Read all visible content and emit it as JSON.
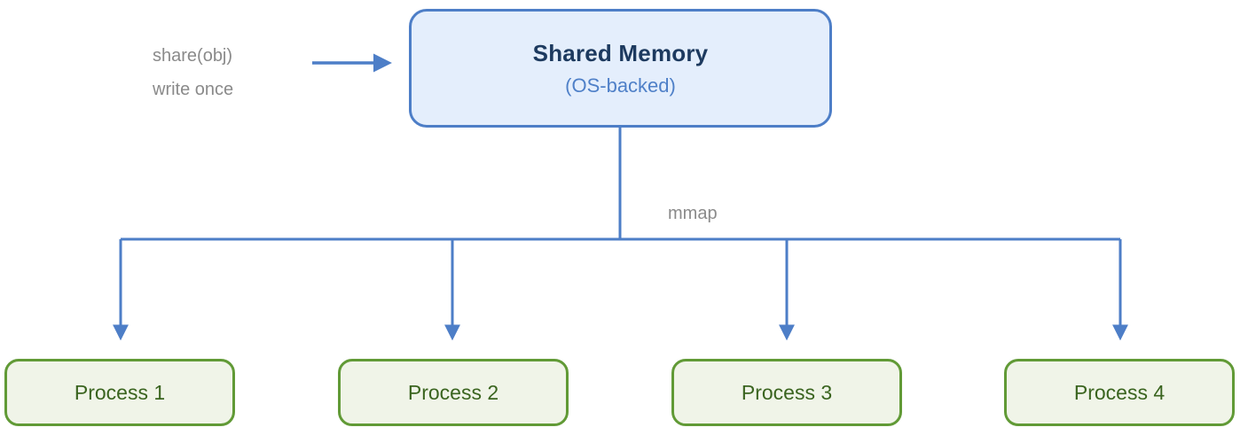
{
  "shared_memory": {
    "title": "Shared Memory",
    "subtitle": "(OS-backed)"
  },
  "annotation": {
    "line1": "share(obj)",
    "line2": "write once"
  },
  "edge_label": "mmap",
  "processes": [
    {
      "label": "Process 1"
    },
    {
      "label": "Process 2"
    },
    {
      "label": "Process 3"
    },
    {
      "label": "Process 4"
    }
  ],
  "colors": {
    "edge_blue": "#4d7ec7",
    "shared_fill": "#e4eefc",
    "shared_border": "#4d7ec7",
    "shared_title_text": "#1d3a5f",
    "shared_subtitle_text": "#4f80c8",
    "process_fill": "#f0f4e8",
    "process_border": "#619a36",
    "process_text": "#3a641f",
    "annotation_text": "#8a8a8a"
  }
}
